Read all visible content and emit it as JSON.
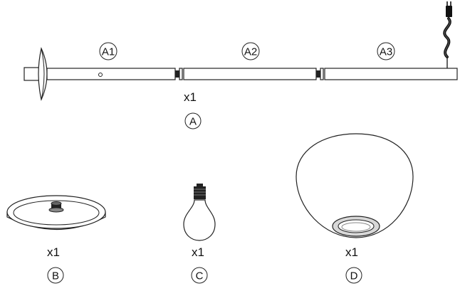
{
  "diagram": {
    "labels": {
      "a1": "A1",
      "a2": "A2",
      "a3": "A3",
      "a": "A",
      "b": "B",
      "c": "C",
      "d": "D"
    },
    "quantities": {
      "a": "x1",
      "b": "x1",
      "c": "x1",
      "d": "x1"
    }
  }
}
